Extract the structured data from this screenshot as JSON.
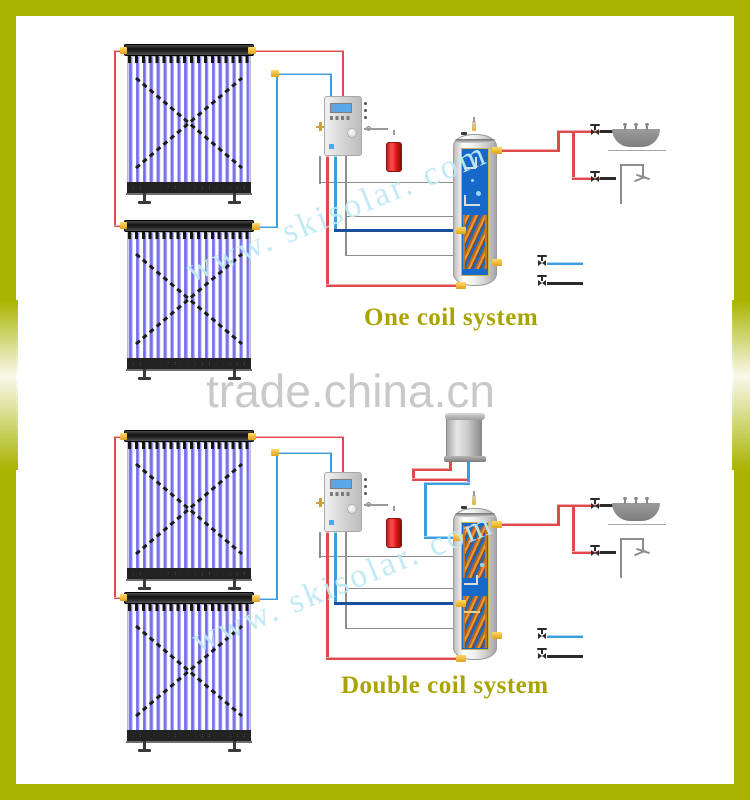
{
  "frame": {
    "border_color": "#a8b400",
    "background": "#ffffff"
  },
  "watermarks": {
    "diagonal_top": "www. skisolar. com",
    "diagonal_bottom": "www. skisolar. com",
    "center": "trade.china.cn",
    "diagonal_color": "#bfe9f5",
    "center_color": "#c9c9c9"
  },
  "systems": [
    {
      "id": "one-coil",
      "label": "One coil system",
      "label_color": "#a9a400",
      "collectors": [
        {
          "name": "upper-solar-collector",
          "tube_count": 18
        },
        {
          "name": "lower-solar-collector",
          "tube_count": 18
        }
      ],
      "controller": {
        "name": "solar-pump-station-controller",
        "display_color": "#5aa7e8",
        "button_count": 4,
        "indicator_count": 3
      },
      "expansion_tank": {
        "name": "expansion-vessel",
        "color": "#e01818"
      },
      "storage_tank": {
        "name": "single-coil-storage-tank",
        "water_color": "#1669c9",
        "coils": 1,
        "coil_color": "#c07828"
      },
      "fixtures": [
        {
          "name": "wash-basin"
        },
        {
          "name": "shower-faucet"
        }
      ],
      "pipes": {
        "hot_color": "#e04a4a",
        "cold_color": "#3c9ede",
        "sensor_color": "#8d8d8d"
      }
    },
    {
      "id": "double-coil",
      "label": "Double coil system",
      "label_color": "#a9a400",
      "collectors": [
        {
          "name": "upper-solar-collector",
          "tube_count": 18
        },
        {
          "name": "lower-solar-collector",
          "tube_count": 18
        }
      ],
      "controller": {
        "name": "solar-pump-station-controller",
        "display_color": "#5aa7e8",
        "button_count": 4,
        "indicator_count": 3
      },
      "expansion_tank": {
        "name": "expansion-vessel",
        "color": "#e01818"
      },
      "boiler": {
        "name": "auxiliary-boiler"
      },
      "storage_tank": {
        "name": "double-coil-storage-tank",
        "water_color": "#1669c9",
        "coils": 2,
        "coil_color": "#c07828"
      },
      "fixtures": [
        {
          "name": "wash-basin"
        },
        {
          "name": "shower-faucet"
        }
      ],
      "pipes": {
        "hot_color": "#e04a4a",
        "cold_color": "#3c9ede",
        "sensor_color": "#8d8d8d"
      }
    }
  ]
}
